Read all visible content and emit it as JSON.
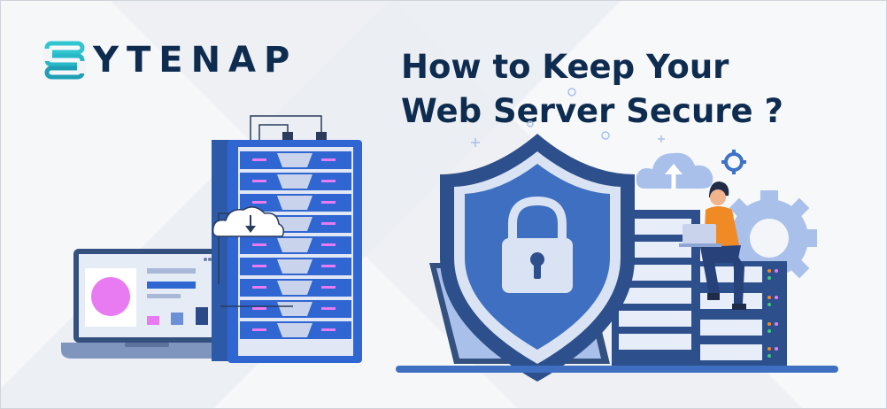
{
  "brand": {
    "name": "YTENAP",
    "logo_icon": "stacked-server-s-icon",
    "colors": {
      "logo_cyan": "#2fc6cf",
      "navy": "#0e2c4f"
    }
  },
  "headline": {
    "line1": "How to Keep Your",
    "line2": "Web Server Secure ?"
  },
  "illustration": {
    "left_scene": "laptop-and-server-rack",
    "right_scene": "shield-lock-laptop-person-on-servers",
    "colors": {
      "rack_blue": "#2f66d2",
      "shield_blue": "#3a67b3",
      "accent_orange": "#f08a24",
      "pink": "#e87bf1"
    }
  }
}
